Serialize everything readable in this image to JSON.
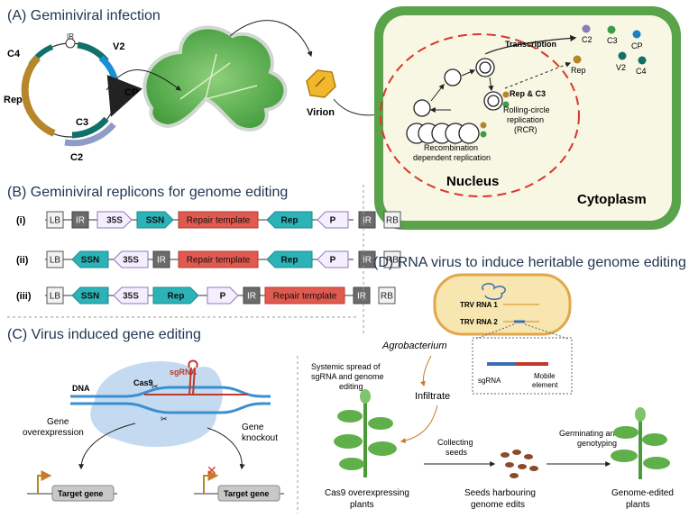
{
  "panelA": {
    "title": "(A) Geminiviral infection",
    "ir": "IR",
    "genes": {
      "v2": "V2",
      "cp": "CP",
      "c4": "C4",
      "rep": "Rep",
      "c3": "C3",
      "c2": "C2"
    },
    "virion": "Virion",
    "transcription": "Transcription",
    "products": {
      "c2": "C2",
      "c3": "C3",
      "cp": "CP",
      "rep": "Rep",
      "v2": "V2",
      "c4": "C4"
    },
    "rep_c3": "Rep & C3",
    "rcr_line1": "Rolling-circle",
    "rcr_line2": "replication",
    "rcr_line3": "(RCR)",
    "rdr_line1": "Recombination",
    "rdr_line2": "dependent replication",
    "nucleus": "Nucleus",
    "cytoplasm": "Cytoplasm",
    "colors": {
      "c2": "#8b7bb8",
      "c3": "#3f9a4a",
      "cp": "#1b7fc0",
      "rep": "#b8862a",
      "v2": "#12706b",
      "c4": "#12706b"
    }
  },
  "panelB": {
    "title": "(B) Geminiviral replicons for genome editing",
    "rows": [
      {
        "label": "(i)",
        "parts": [
          "LB",
          "IR",
          "35S",
          "SSN",
          "Repair template",
          "Rep",
          "P",
          "IR",
          "RB"
        ]
      },
      {
        "label": "(ii)",
        "parts": [
          "LB",
          "SSN",
          "35S",
          "IR",
          "Repair template",
          "Rep",
          "P",
          "IR",
          "RB"
        ]
      },
      {
        "label": "(iii)",
        "parts": [
          "LB",
          "SSN",
          "35S",
          "Rep",
          "P",
          "IR",
          "Repair template",
          "IR",
          "RB"
        ]
      }
    ]
  },
  "panelC": {
    "title": "(C) Virus induced gene editing",
    "sgrna": "sgRNA",
    "cas9": "Cas9",
    "dna": "DNA",
    "overexpression_line1": "Gene",
    "overexpression_line2": "overexpression",
    "knockout_line1": "Gene",
    "knockout_line2": "knockout",
    "target_gene": "Target gene"
  },
  "panelD": {
    "title": "(D) RNA virus to induce heritable genome editing",
    "trv1": "TRV RNA 1",
    "trv2": "TRV RNA 2",
    "agrobacterium": "Agrobacterium",
    "sgrna": "sgRNA",
    "mobile_line1": "Mobile",
    "mobile_line2": "element",
    "systemic_line1": "Systemic spread of",
    "systemic_line2": "sgRNA and genome",
    "systemic_line3": "editing",
    "infiltrate": "Infiltrate",
    "collecting_line1": "Collecting",
    "collecting_line2": "seeds",
    "germinating_line1": "Germinating and",
    "germinating_line2": "genotyping",
    "plant1_line1": "Cas9 overexpressing",
    "plant1_line2": "plants",
    "seeds_line1": "Seeds harbouring",
    "seeds_line2": "genome edits",
    "plant2_line1": "Genome-edited",
    "plant2_line2": "plants"
  }
}
